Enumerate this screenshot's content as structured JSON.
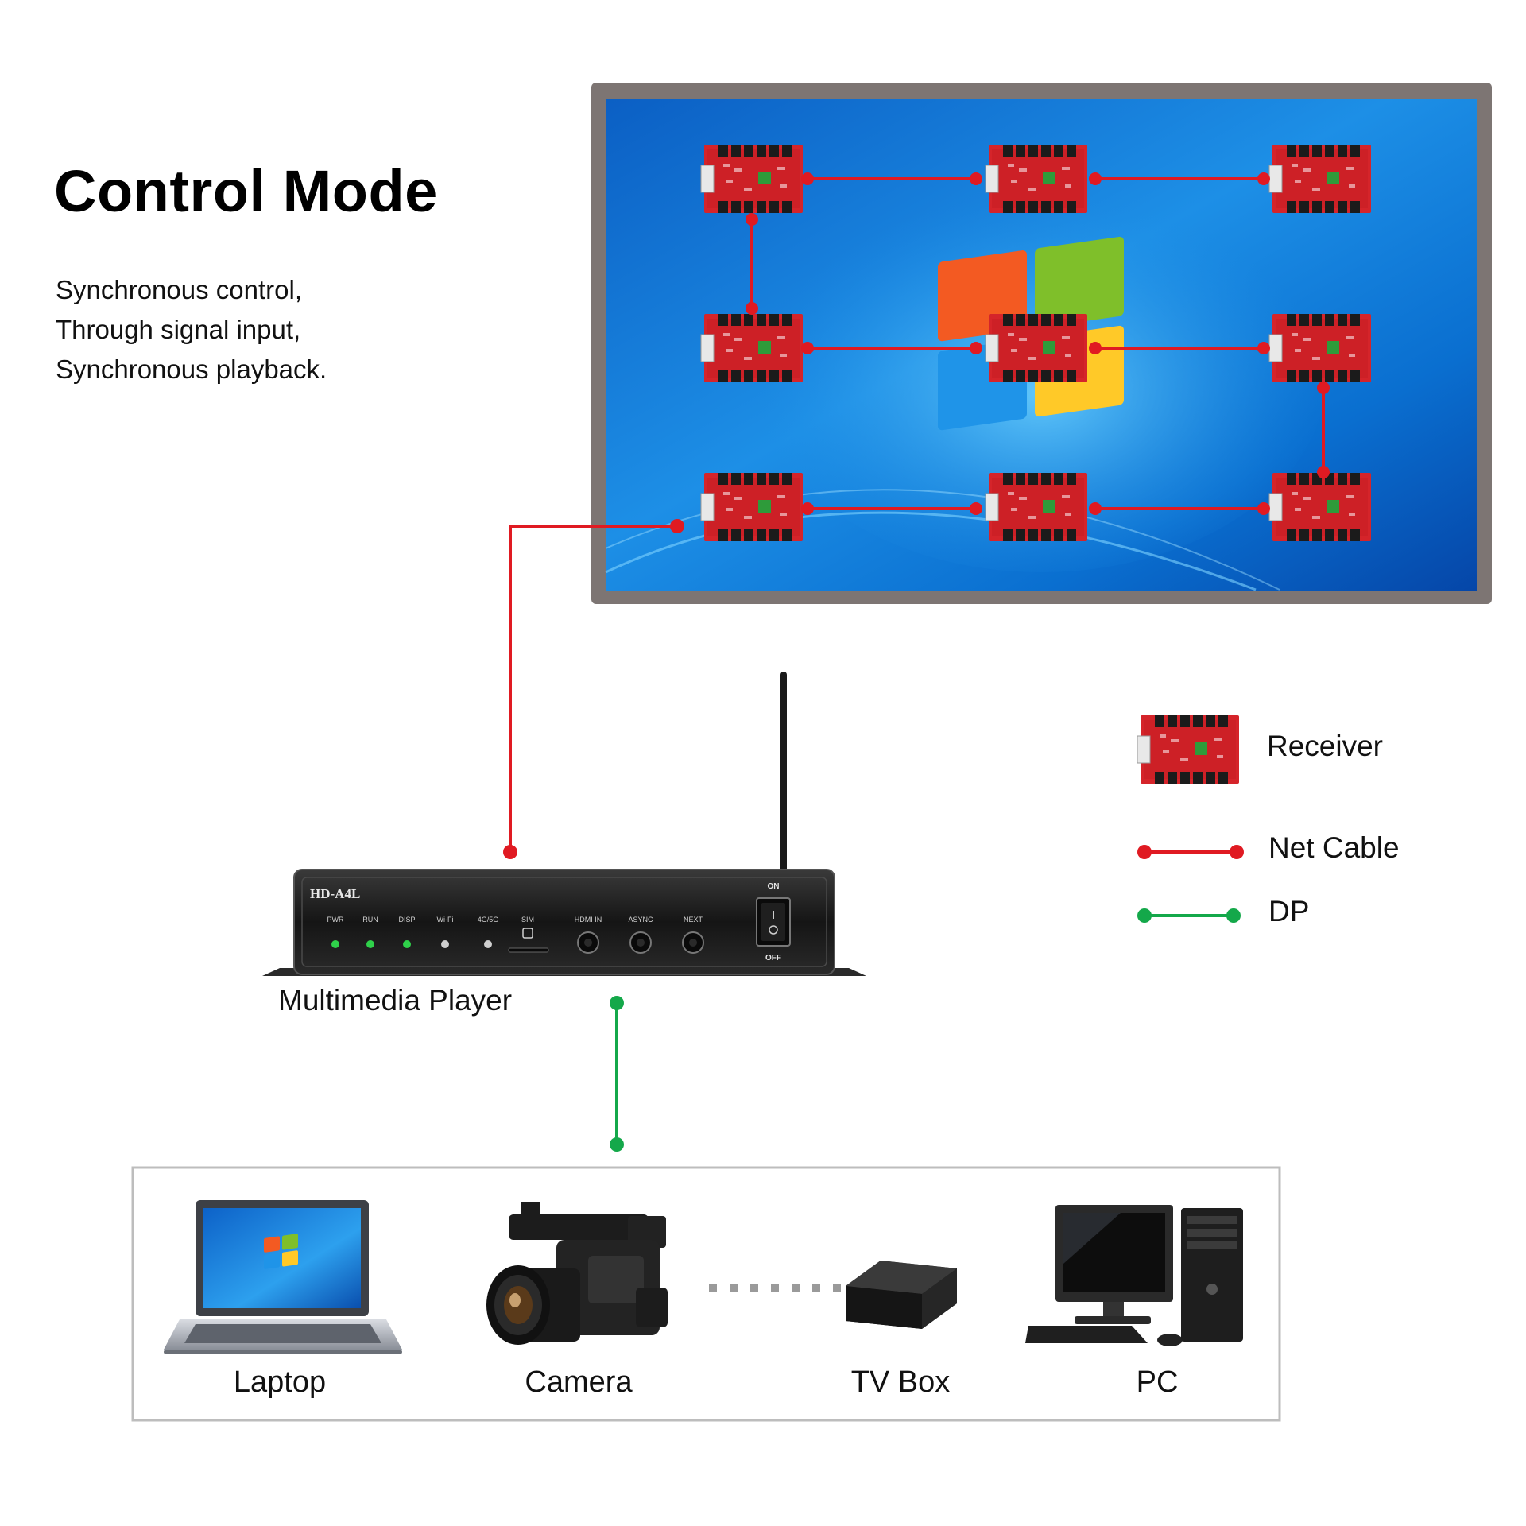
{
  "title": "Control Mode",
  "description": [
    "Synchronous control,",
    "Through signal input,",
    "Synchronous playback."
  ],
  "colors": {
    "net_cable": "#e01a22",
    "dp": "#14a84a",
    "screen_frame": "#7d7573",
    "board_red": "#d5242a"
  },
  "screen": {
    "receiver_rows": 3,
    "receiver_cols": 3
  },
  "player": {
    "caption": "Multimedia Player",
    "model": "HD-A4L",
    "indicators": [
      "PWR",
      "RUN",
      "DISP",
      "Wi-Fi",
      "4G/5G",
      "SIM"
    ],
    "buttons": [
      "HDMI IN",
      "ASYNC",
      "NEXT"
    ],
    "switch_on": "ON",
    "switch_off": "OFF"
  },
  "legend": {
    "receiver": "Receiver",
    "net_cable": "Net Cable",
    "dp": "DP"
  },
  "sources": [
    {
      "label": "Laptop",
      "icon": "laptop-icon"
    },
    {
      "label": "Camera",
      "icon": "camera-icon"
    },
    {
      "label": "TV Box",
      "icon": "tv-box-icon"
    },
    {
      "label": "PC",
      "icon": "pc-icon"
    }
  ]
}
